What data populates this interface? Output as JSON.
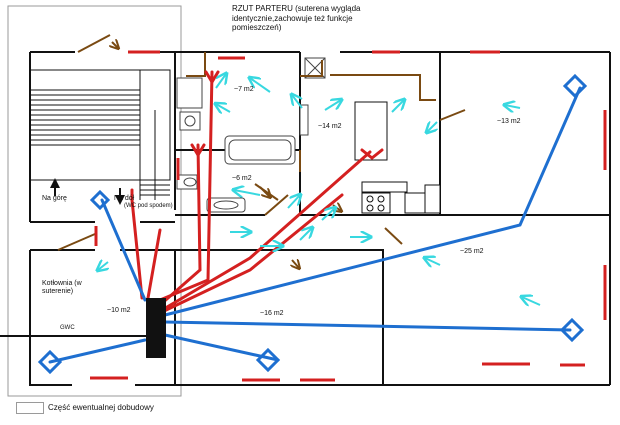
{
  "title": "RZUT PARTERU (suterena wygląda identycznie,zachowuje też funkcje pomieszczeń)",
  "labels": {
    "up": "Na górę",
    "down": "Na dół",
    "wc_below": "(WC pod spodem)",
    "boiler_room": "Kotłownia (w suterenie)",
    "gwc": "GWC",
    "legend": "Część ewentualnej dobudowy"
  },
  "areas": {
    "bath_top": "~7 m2",
    "bath_bottom": "~6 m2",
    "kitchen": "~14 m2",
    "room_ne": "~13 m2",
    "living": "~25 m2",
    "boiler": "~10 m2",
    "hall": "~16 m2"
  },
  "colors": {
    "wall": "#111111",
    "supply_duct": "#d42020",
    "return_duct": "#1e6fd0",
    "airflow_arrow": "#38d8e0",
    "door": "#7a4a12",
    "extension_outline": "#9a9a9a"
  },
  "icons": {
    "stairs": "stairs-icon",
    "arrow_up": "arrow-up-icon",
    "recuperator": "recuperator-icon",
    "diffuser": "diffuser-icon"
  }
}
